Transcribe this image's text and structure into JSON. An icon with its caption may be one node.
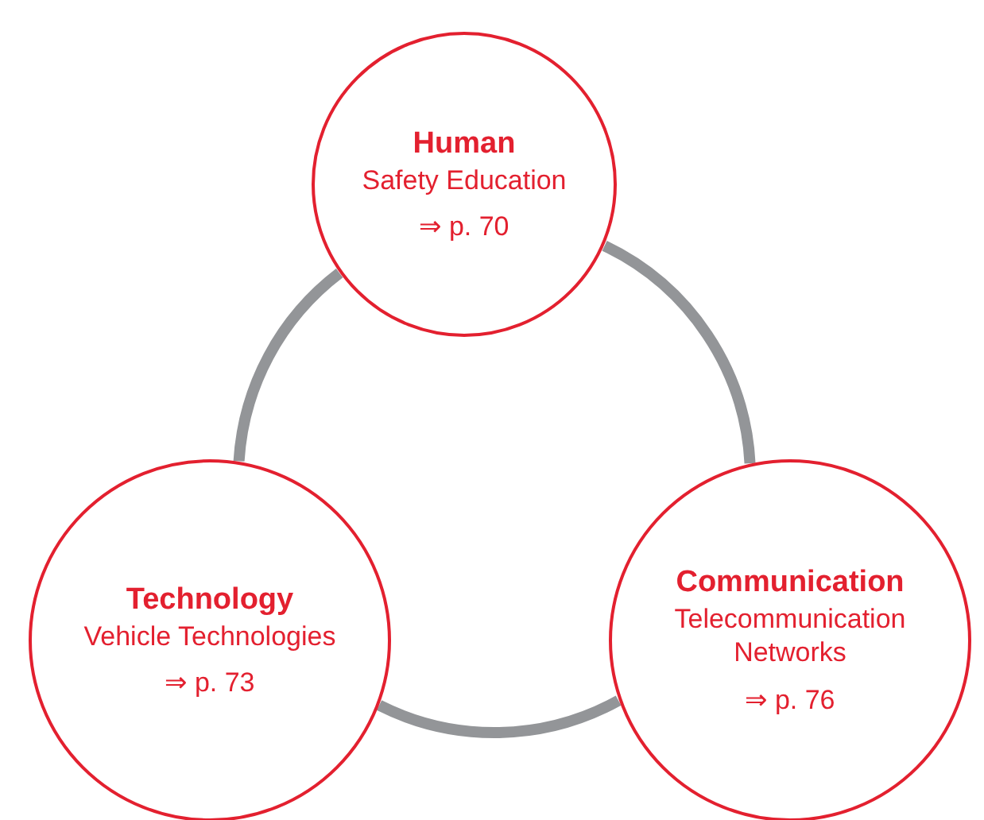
{
  "diagram": {
    "nodes": [
      {
        "text": [
          "Human",
          "Safety Education",
          "⇒ p. 70"
        ]
      },
      {
        "text": [
          "Technology",
          "Vehicle Technologies",
          "⇒ p. 73"
        ]
      },
      {
        "text": [
          "Communication",
          "Telecommunication Networks",
          "⇒ p. 76"
        ]
      }
    ],
    "edges": [
      {
        "from": 0,
        "to": 1,
        "arrow": "none"
      },
      {
        "from": 1,
        "to": 2,
        "arrow": "none"
      },
      {
        "from": 2,
        "to": 0,
        "arrow": "none"
      }
    ]
  }
}
